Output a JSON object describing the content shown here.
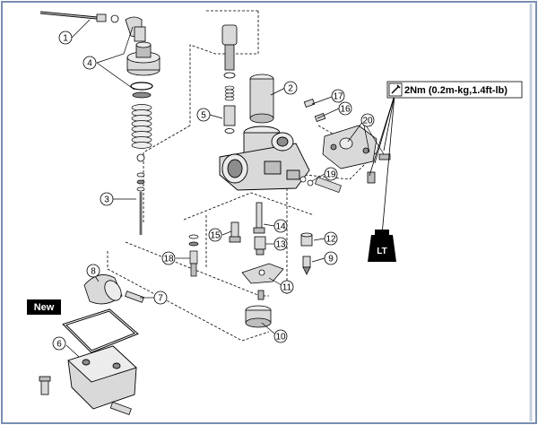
{
  "torque_spec": "2Nm (0.2m-kg,1.4ft-lb)",
  "new_badge": "New",
  "lt_label": "LT",
  "callouts": [
    {
      "id": "c1",
      "text": "1"
    },
    {
      "id": "c2",
      "text": "2"
    },
    {
      "id": "c3",
      "text": "3"
    },
    {
      "id": "c4",
      "text": "4"
    },
    {
      "id": "c5",
      "text": "5"
    },
    {
      "id": "c6",
      "text": "6"
    },
    {
      "id": "c7",
      "text": "7"
    },
    {
      "id": "c8",
      "text": "8"
    },
    {
      "id": "c9",
      "text": "9"
    },
    {
      "id": "c10",
      "text": "10"
    },
    {
      "id": "c11",
      "text": "11"
    },
    {
      "id": "c12",
      "text": "12"
    },
    {
      "id": "c13",
      "text": "13"
    },
    {
      "id": "c14",
      "text": "14"
    },
    {
      "id": "c15",
      "text": "15"
    },
    {
      "id": "c16",
      "text": "16"
    },
    {
      "id": "c17",
      "text": "17"
    },
    {
      "id": "c18",
      "text": "18"
    },
    {
      "id": "c19",
      "text": "19"
    },
    {
      "id": "c20",
      "text": "20"
    }
  ],
  "colors": {
    "line": "#000000",
    "frame": "#7a8fb0",
    "part_fill": "#d9d9d9",
    "part_dark": "#8c8c8c"
  }
}
